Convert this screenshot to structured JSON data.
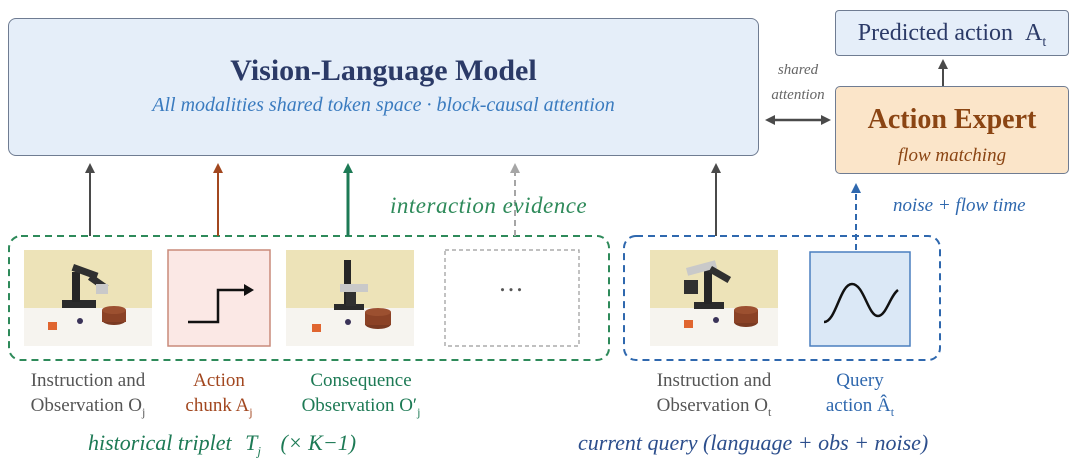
{
  "vlm": {
    "title": "Vision-Language Model",
    "subtitle": "All modalities shared token space · block-causal attention"
  },
  "predicted": {
    "label": "Predicted action",
    "symbol": "A",
    "sub": "t"
  },
  "action_expert": {
    "title": "Action Expert",
    "subtitle": "flow matching"
  },
  "shared_attention": {
    "line1": "shared",
    "line2": "attention"
  },
  "noise_label": "noise + flow time",
  "evidence_label": "interaction evidence",
  "ellipsis": "...",
  "labels": {
    "instruction_obs_hist": {
      "line1": "Instruction and",
      "line2": "Observation O",
      "sub": "j"
    },
    "action_chunk": {
      "line1": "Action",
      "line2": "chunk A",
      "sub": "j"
    },
    "consequence": {
      "line1": "Consequence",
      "line2": "Observation O′",
      "sub": "j"
    },
    "instruction_obs_curr": {
      "line1": "Instruction and",
      "line2": "Observation O",
      "sub": "t"
    },
    "query": {
      "line1": "Query",
      "line2": "action Â",
      "sub": "t"
    }
  },
  "historical": {
    "prefix": "historical triplet",
    "symbol": "T",
    "sub": "j",
    "suffix": "(× K−1)"
  },
  "current": {
    "text": "current query (language + obs + noise)"
  },
  "colors": {
    "vlm_fill": "#e5eef9",
    "expert_fill": "#fbe5c9",
    "green_accent": "#2e8a5a",
    "blue_accent": "#2f68ae",
    "rust_accent": "#a2471f"
  }
}
